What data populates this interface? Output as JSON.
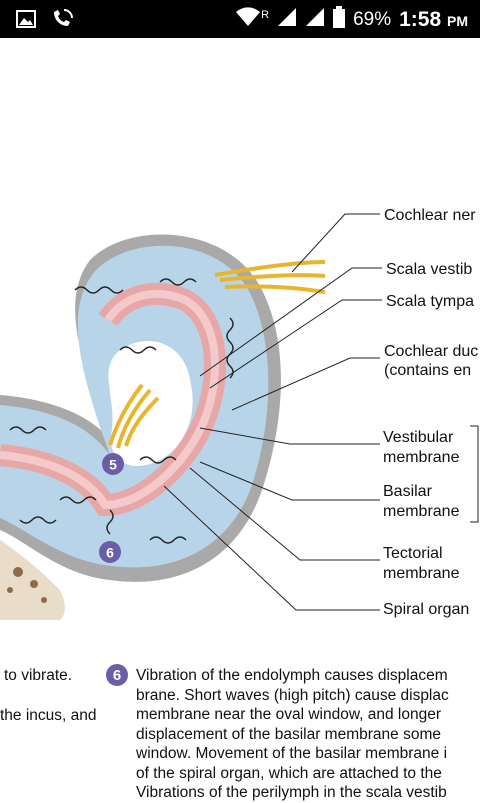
{
  "status_bar": {
    "battery_percent": "69%",
    "time": "1:58",
    "ampm": "PM",
    "roaming_indicator": "R",
    "icons": [
      "gallery-icon",
      "wifi-call-icon",
      "wifi-icon",
      "signal-icon",
      "signal-icon",
      "battery-icon"
    ]
  },
  "labels": {
    "cochlear_nerve": "Cochlear ner",
    "scala_vestibuli": "Scala vestib",
    "scala_tympani": "Scala tympa",
    "cochlear_duct_line1": "Cochlear duc",
    "cochlear_duct_line2": "(contains en",
    "vestibular_line1": "Vestibular",
    "vestibular_line2": "membrane",
    "basilar_line1": "Basilar",
    "basilar_line2": "membrane",
    "tectorial_line1": "Tectorial",
    "tectorial_line2": "membrane",
    "spiral_organ": "Spiral organ",
    "step5": "5",
    "step6": "6"
  },
  "text": {
    "left_line1": "to vibrate.",
    "left_line2": "the incus, and",
    "step6_number": "6",
    "lines": [
      "Vibration of the endolymph causes displacem",
      "brane. Short waves (high pitch) cause displac",
      "membrane near the oval window, and longer",
      "displacement of the basilar membrane some",
      "window. Movement of the basilar membrane i",
      "of the spiral organ, which are attached to the",
      "Vibrations of the perilymph in the scala vestib"
    ]
  },
  "colors": {
    "status_bar_bg": "#000000",
    "perilymph_blue": "#b8d4e8",
    "bone_gray": "#a9a9a9",
    "duct_pink": "#e8a7a7",
    "nerve_yellow": "#f2c543",
    "step_badge": "#6a5ea8"
  }
}
